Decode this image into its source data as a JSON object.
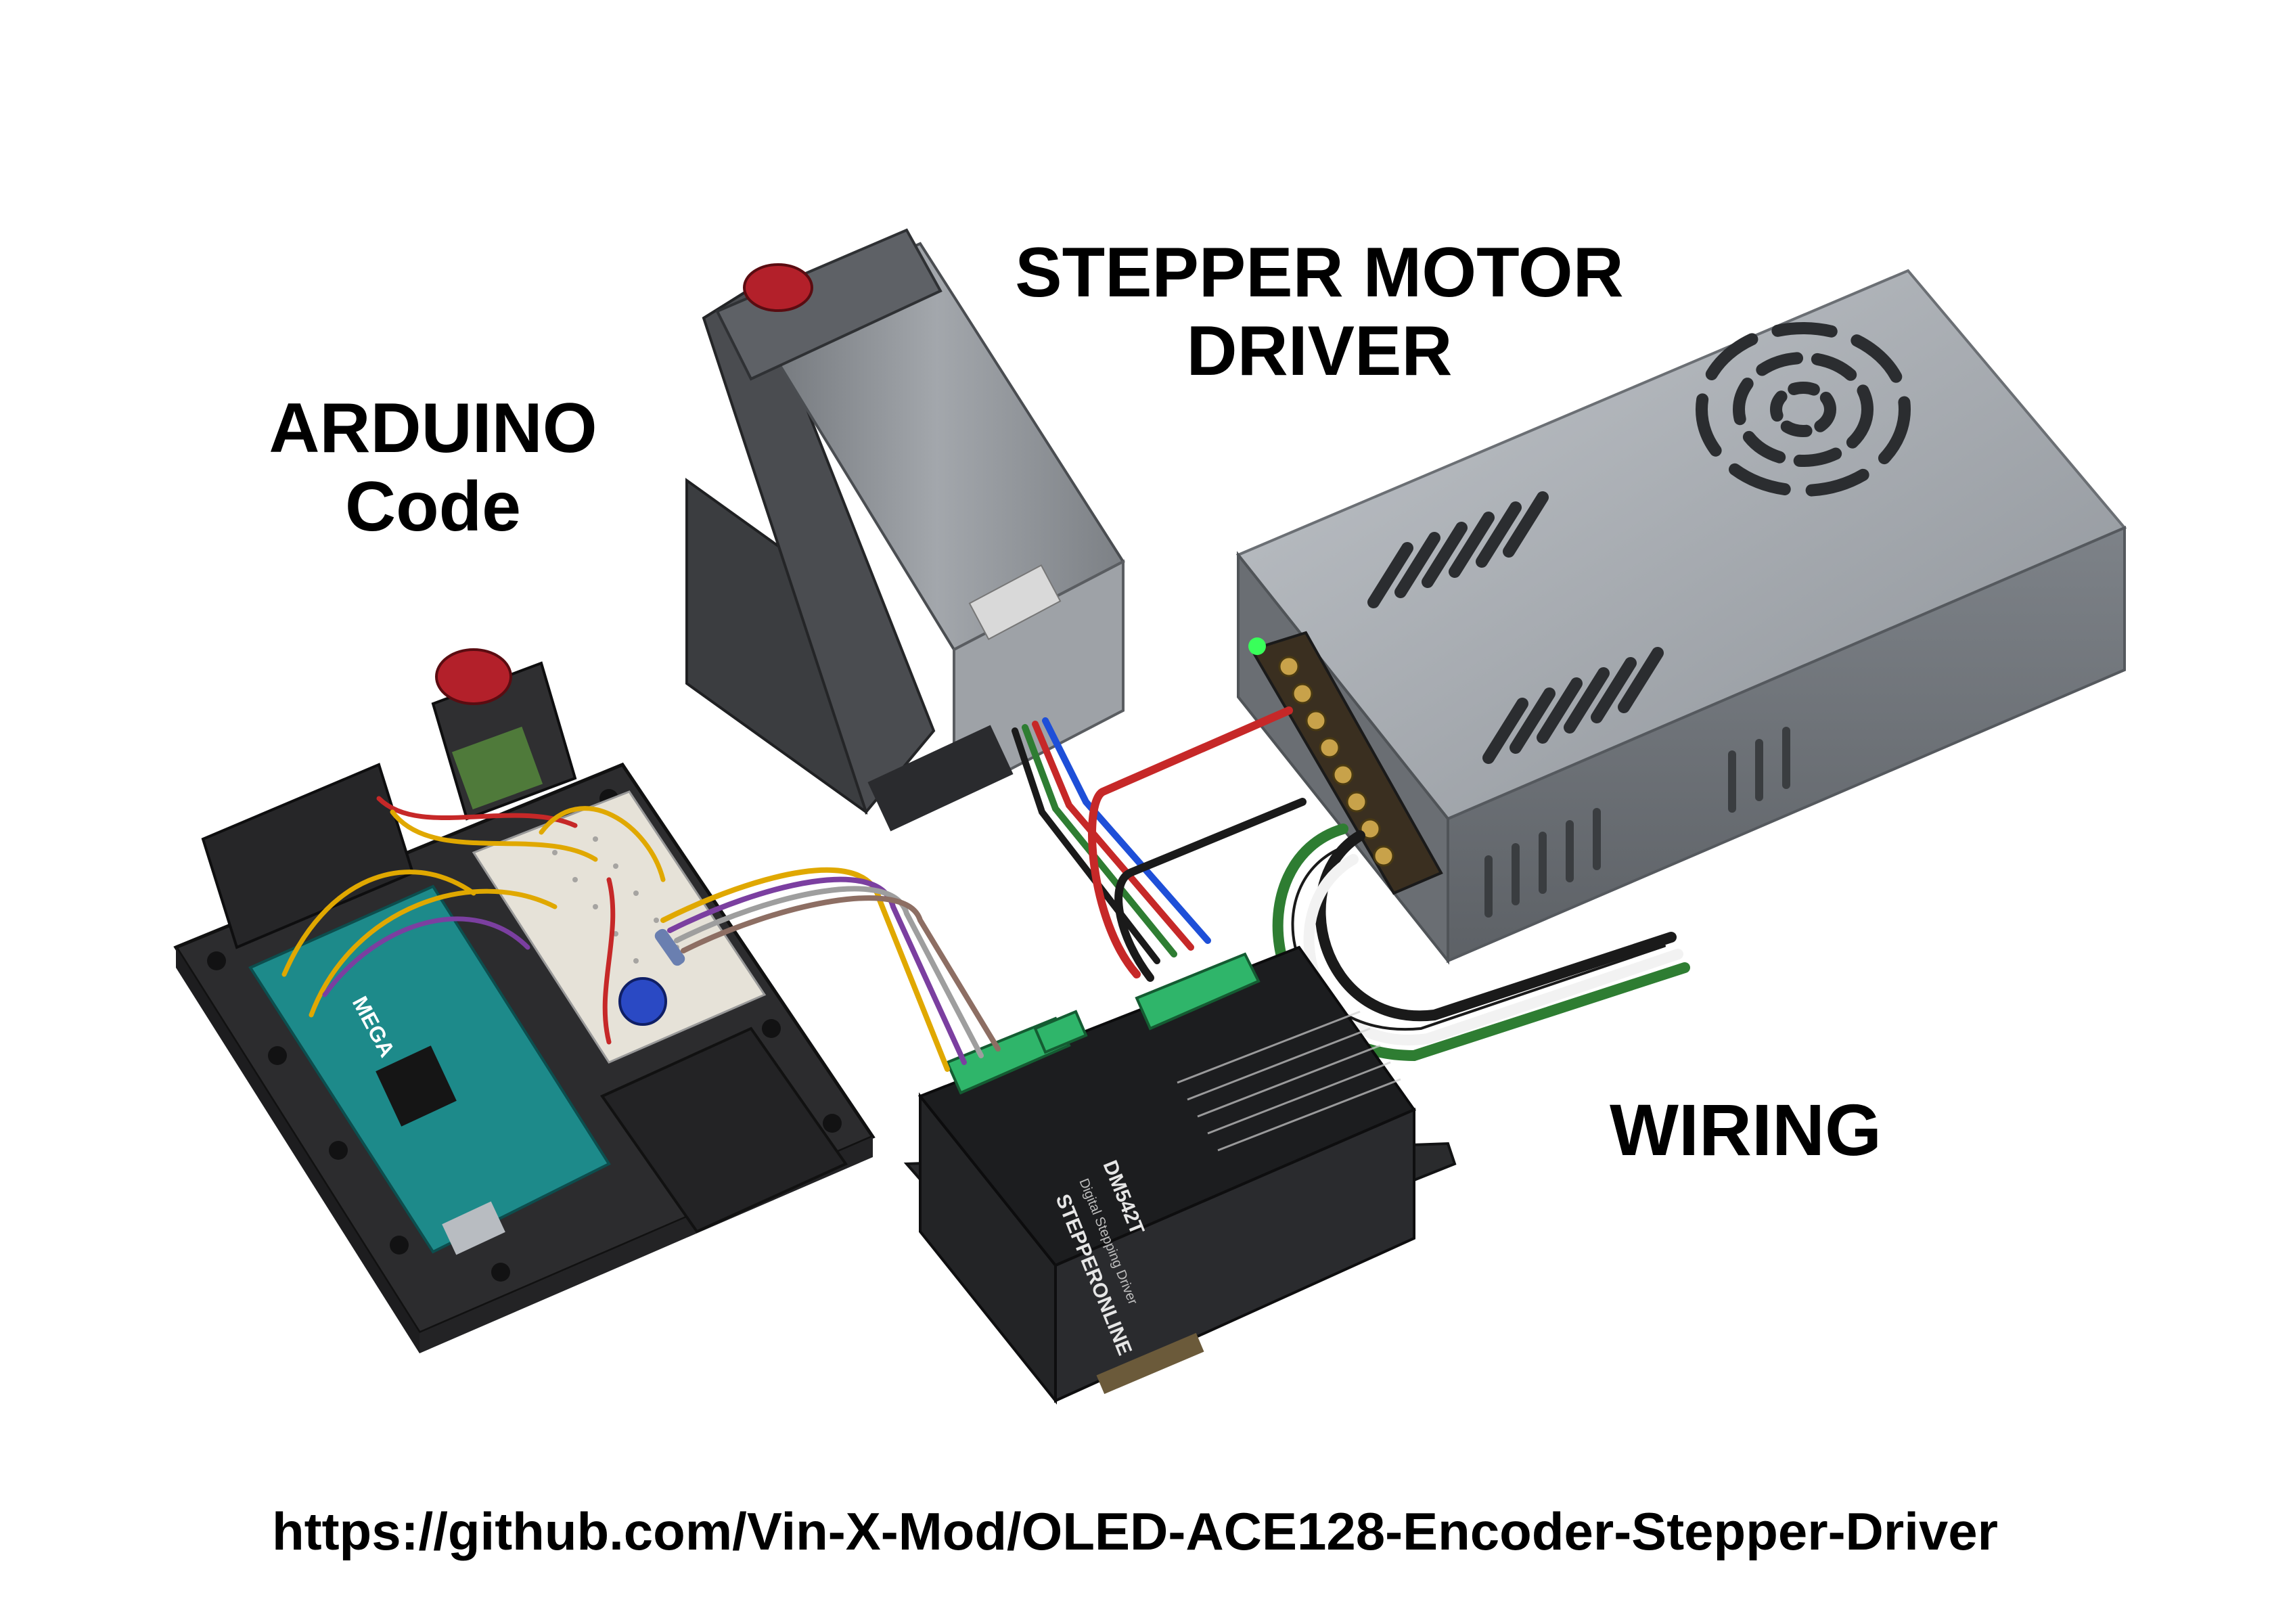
{
  "labels": {
    "arduino": [
      "ARDUINO",
      "Code"
    ],
    "driver": [
      "STEPPER MOTOR",
      "DRIVER"
    ],
    "wiring": "WIRING",
    "url": "https://github.com/Vin-X-Mod/OLED-ACE128-Encoder-Stepper-Driver"
  },
  "driver_board": {
    "brand": "STEPPERONLINE",
    "model": "DM542T",
    "subtitle": "Digital Stepping Driver"
  },
  "arduino_board": {
    "board_name": "MEGA"
  },
  "colors": {
    "background": "#ffffff",
    "enclosure": "#2c2c2e",
    "arduino_pcb": "#1d8a8a",
    "psu_metal": "#9aa0a6",
    "motor_metal": "#8e9196",
    "terminal_green": "#2fb56a",
    "wire_red": "#c62828",
    "wire_black": "#1a1a1a",
    "wire_green": "#2e7d32",
    "wire_blue": "#1e4fd8",
    "wire_purple": "#7b3fa0",
    "wire_yellow": "#e0a800",
    "status_led": "#39ff5a"
  }
}
